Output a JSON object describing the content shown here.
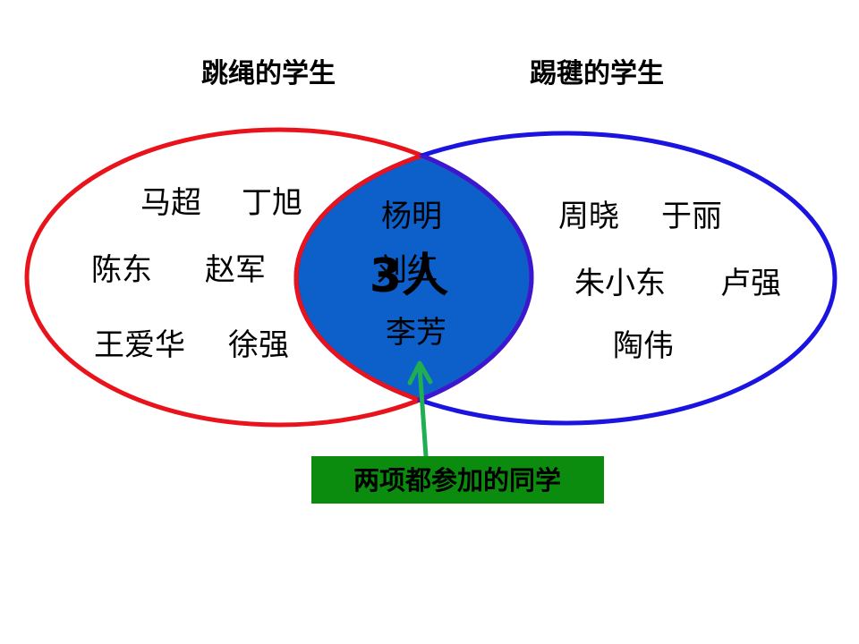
{
  "titles": {
    "left": "跳绳的学生",
    "right": "踢毽的学生"
  },
  "left_only": [
    "马超",
    "丁旭",
    "陈东",
    "赵军",
    "王爱华",
    "徐强"
  ],
  "both": {
    "names": [
      "杨明",
      "刘红",
      "李芳"
    ],
    "count": "3人"
  },
  "right_only": [
    "周晓",
    "于丽",
    "朱小东",
    "卢强",
    "陶伟"
  ],
  "callout": {
    "text": "两项都参加的同学"
  },
  "colors": {
    "left_circle": "#e8131b",
    "right_circle": "#1b14e0",
    "intersection": "#0d5fca",
    "intersection_left_edge": "#e8131b",
    "intersection_right_edge": "#3a18d2",
    "arrow": "#1fae52",
    "callout_box": "#0b8c0e"
  }
}
